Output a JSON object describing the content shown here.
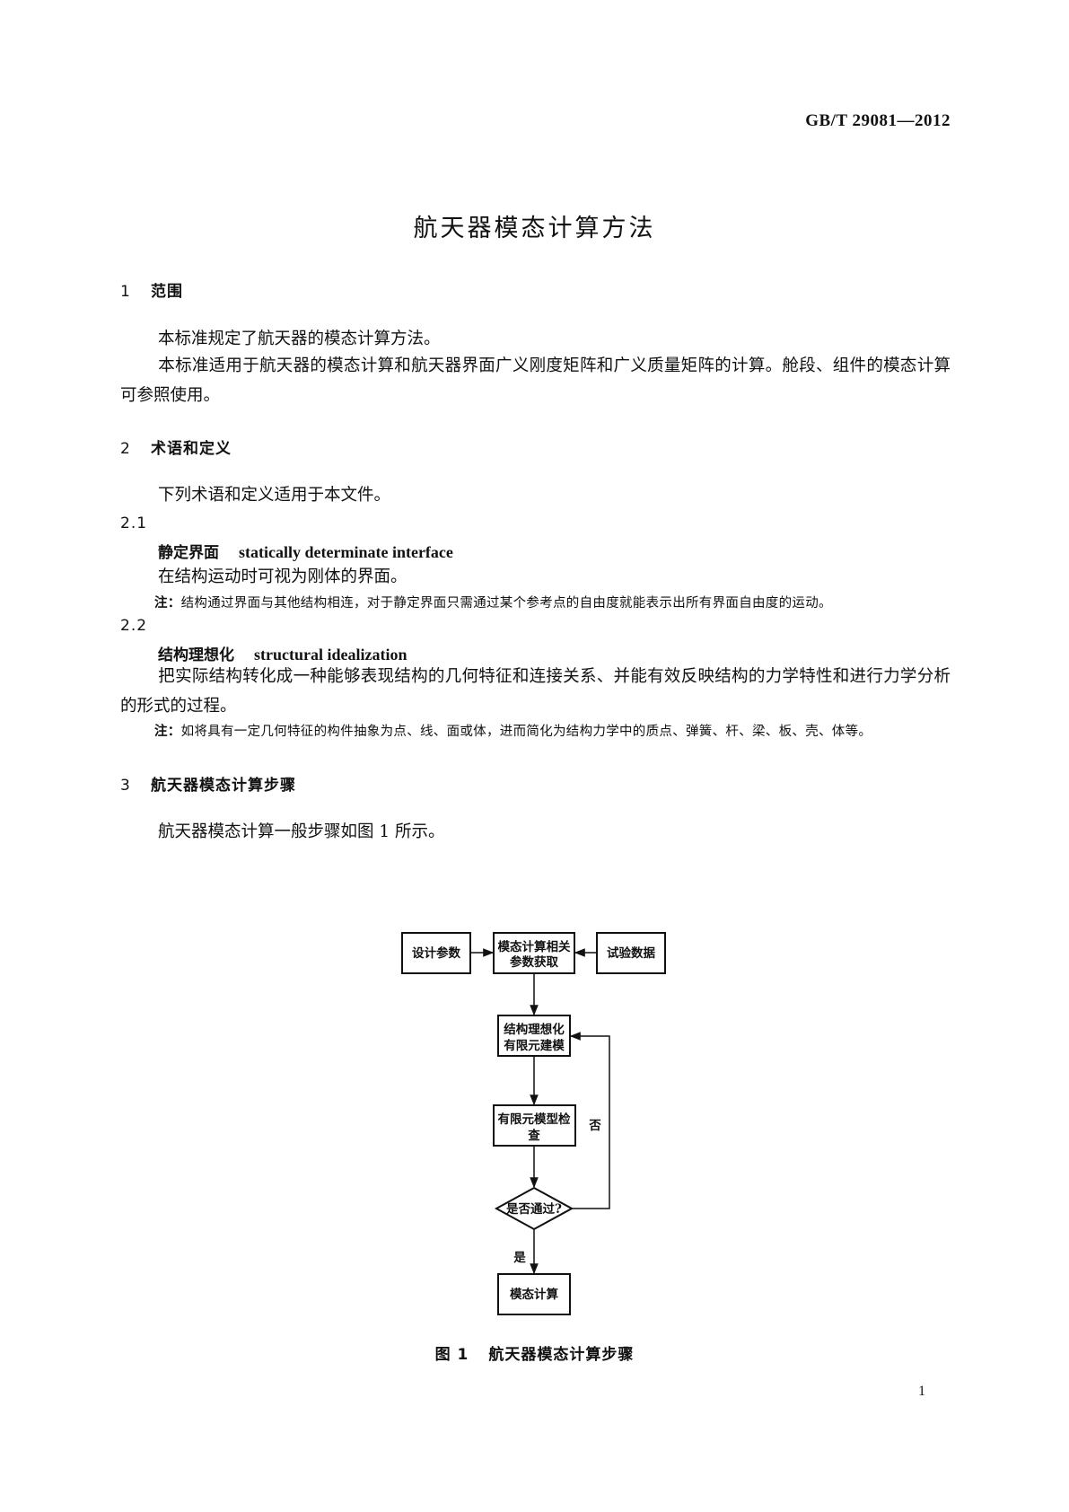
{
  "header": {
    "standard_code": "GB/T 29081—2012"
  },
  "doc_title": "航天器模态计算方法",
  "sections": {
    "s1": {
      "num": "1",
      "title": "范围",
      "p1": "本标准规定了航天器的模态计算方法。",
      "p2": "本标准适用于航天器的模态计算和航天器界面广义刚度矩阵和广义质量矩阵的计算。舱段、组件的模态计算可参照使用。"
    },
    "s2": {
      "num": "2",
      "title": "术语和定义",
      "p1": "下列术语和定义适用于本文件。",
      "t1": {
        "num": "2.1",
        "zh": "静定界面",
        "en": "statically determinate interface",
        "def": "在结构运动时可视为刚体的界面。",
        "note_label": "注：",
        "note": "结构通过界面与其他结构相连，对于静定界面只需通过某个参考点的自由度就能表示出所有界面自由度的运动。"
      },
      "t2": {
        "num": "2.2",
        "zh": "结构理想化",
        "en": "structural idealization",
        "def": "把实际结构转化成一种能够表现结构的几何特征和连接关系、并能有效反映结构的力学特性和进行力学分析的形式的过程。",
        "note_label": "注：",
        "note": "如将具有一定几何特征的构件抽象为点、线、面或体，进而简化为结构力学中的质点、弹簧、杆、梁、板、壳、体等。"
      }
    },
    "s3": {
      "num": "3",
      "title": "航天器模态计算步骤",
      "p1": "航天器模态计算一般步骤如图 1 所示。"
    }
  },
  "flowchart": {
    "design_params": "设计参数",
    "acquire_l1": "模态计算相关",
    "acquire_l2": "参数获取",
    "test_data": "试验数据",
    "idealize_l1": "结构理想化",
    "idealize_l2": "有限元建模",
    "check_l1": "有限元模型检",
    "check_l2": "查",
    "decision": "是否通过?",
    "no_label": "否",
    "yes_label": "是",
    "modal_calc": "模态计算"
  },
  "figure": {
    "label": "图 1",
    "caption": "航天器模态计算步骤"
  },
  "page_number": "1"
}
